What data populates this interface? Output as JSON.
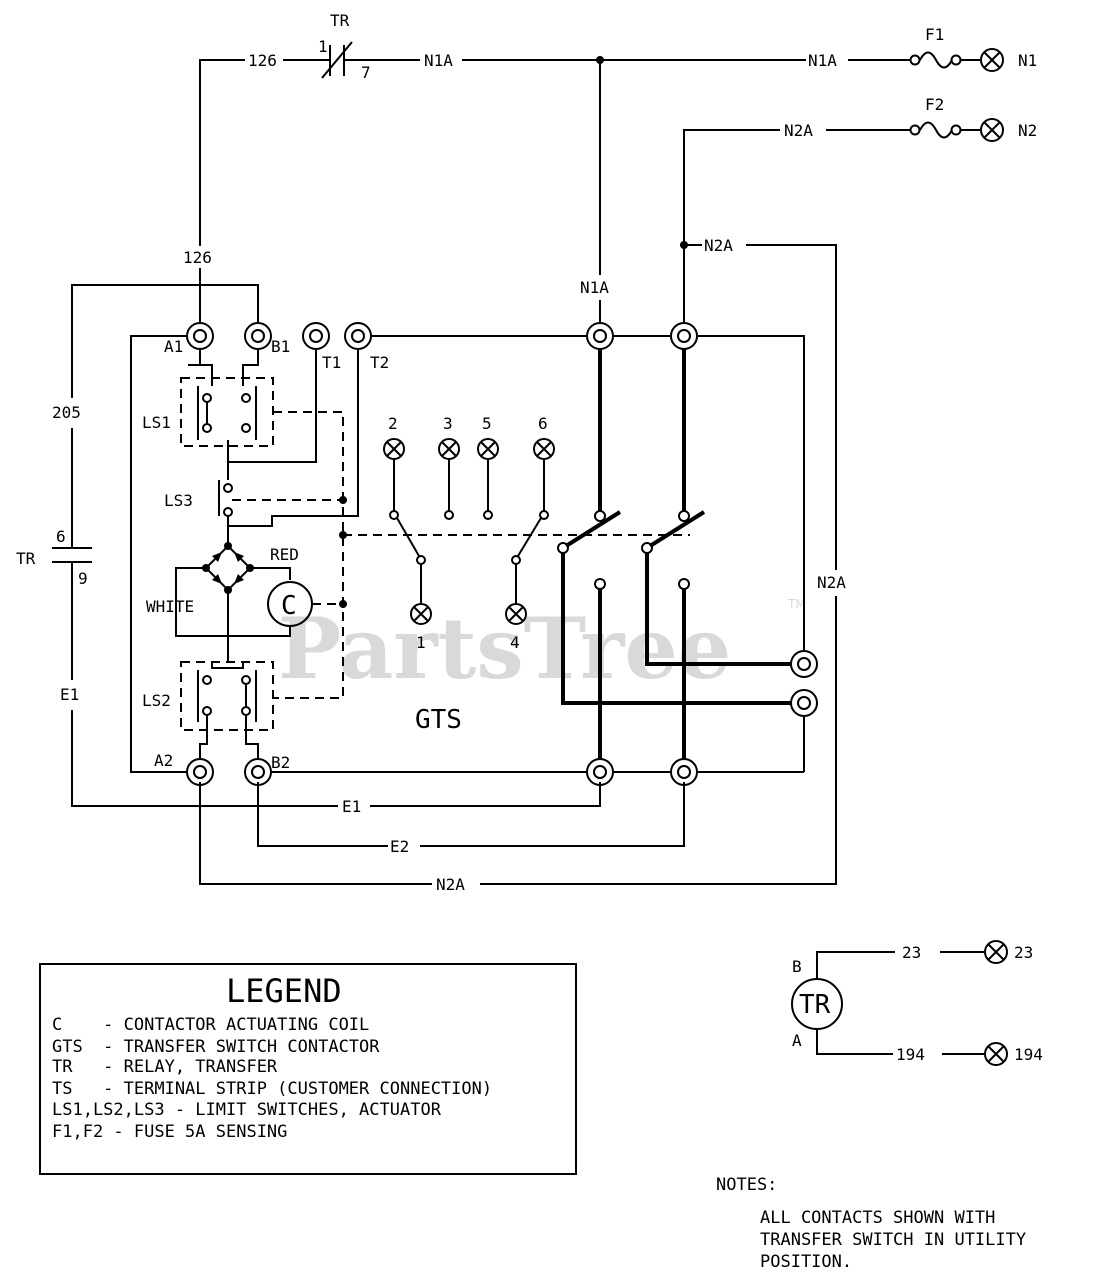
{
  "watermark": {
    "text": "PartsTree",
    "tm": "TM"
  },
  "wires": {
    "top_126": "126",
    "tr_contact_label": "TR",
    "tr_contact_pin1": "1",
    "tr_contact_pin7": "7",
    "n1a_top_left": "N1A",
    "n1a_top_right": "N1A",
    "f1": "F1",
    "f2": "F2",
    "n1_terminal": "N1",
    "n2_terminal": "N2",
    "n2a_top": "N2A",
    "n2a_branch": "N2A",
    "n1a_drop": "N1A",
    "vert_126": "126",
    "w205": "205",
    "tr_coil_label": "TR",
    "tr_coil_pin6": "6",
    "tr_coil_pin9": "9",
    "e1_left": "E1",
    "n2a_right": "N2A",
    "e1_bottom": "E1",
    "e2_bottom": "E2",
    "n2a_bottom": "N2A"
  },
  "gts": {
    "label": "GTS",
    "terminals": {
      "a1": "A1",
      "b1": "B1",
      "t1": "T1",
      "t2": "T2",
      "a2": "A2",
      "b2": "B2"
    },
    "ls1": "LS1",
    "ls2": "LS2",
    "ls3": "LS3",
    "red": "RED",
    "white": "WHITE",
    "coil": "C",
    "aux_numbers": [
      "2",
      "3",
      "5",
      "6",
      "1",
      "4"
    ]
  },
  "tr_relay": {
    "label": "TR",
    "pin_b": "B",
    "pin_a": "A",
    "wire_23": "23",
    "term_23": "23",
    "wire_194": "194",
    "term_194": "194"
  },
  "legend": {
    "title": "LEGEND",
    "lines": [
      "C    - CONTACTOR ACTUATING COIL",
      "GTS  - TRANSFER SWITCH CONTACTOR",
      "TR   - RELAY, TRANSFER",
      "TS   - TERMINAL STRIP (CUSTOMER CONNECTION)",
      "LS1,LS2,LS3 - LIMIT SWITCHES, ACTUATOR",
      "F1,F2 - FUSE 5A SENSING"
    ]
  },
  "notes": {
    "heading": "NOTES:",
    "lines": [
      "ALL CONTACTS SHOWN WITH",
      "TRANSFER SWITCH IN UTILITY",
      "POSITION."
    ]
  }
}
